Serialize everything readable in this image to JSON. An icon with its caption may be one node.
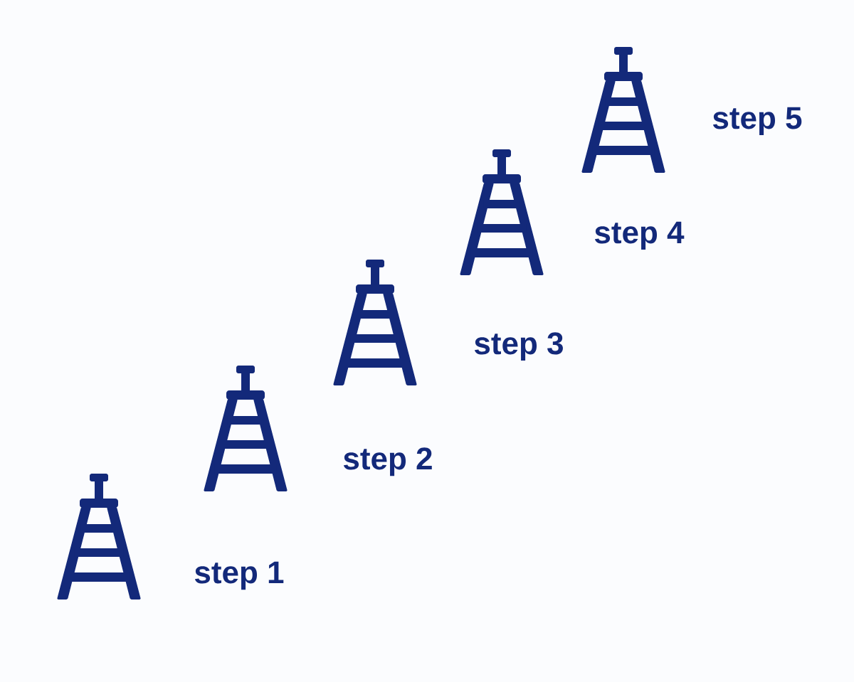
{
  "diagram": {
    "nodes": [
      {
        "text": [],
        "shape": "picture",
        "beside": [
          "step 1"
        ]
      },
      {
        "text": [],
        "shape": "picture",
        "beside": [
          "step 2"
        ]
      },
      {
        "text": [],
        "shape": "picture",
        "beside": [
          "step 3"
        ]
      },
      {
        "text": [],
        "shape": "picture",
        "beside": [
          "step 4"
        ]
      },
      {
        "text": [],
        "shape": "picture",
        "beside": [
          "step 5"
        ]
      }
    ]
  }
}
